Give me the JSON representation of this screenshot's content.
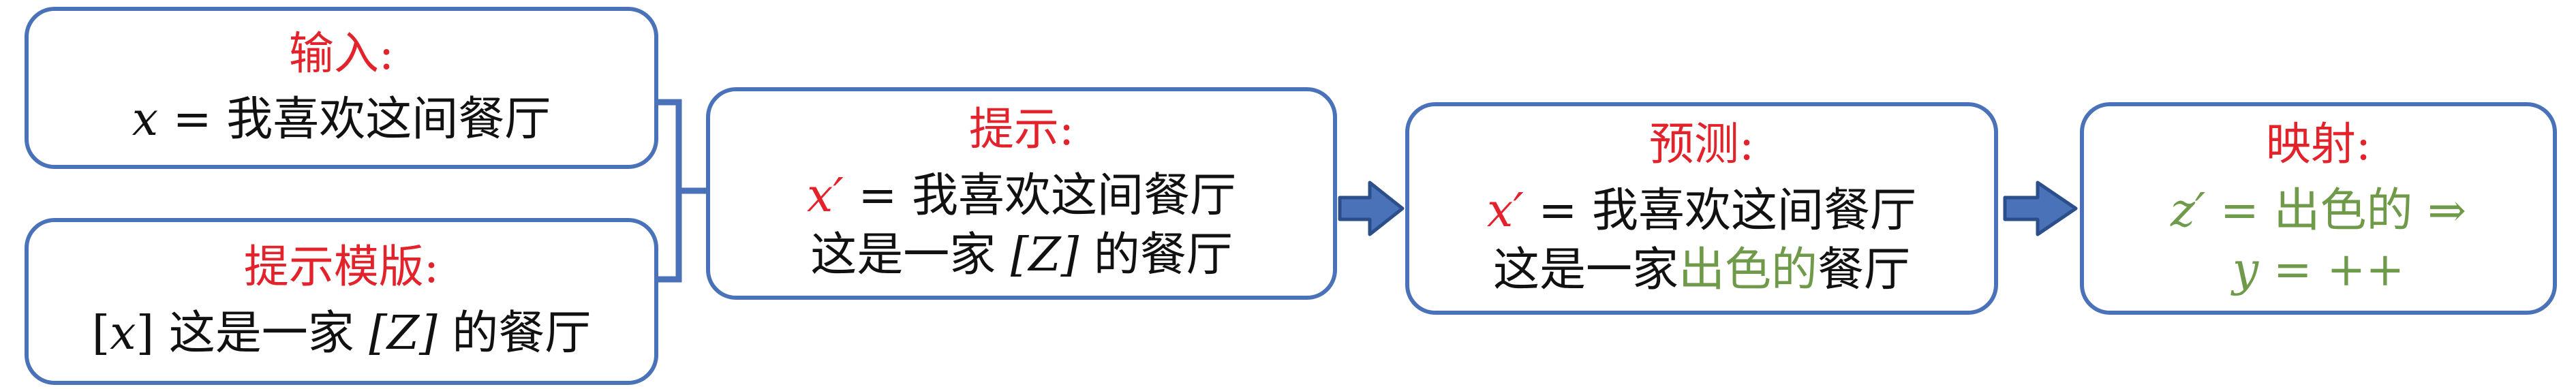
{
  "colors": {
    "border": "#4a72b8",
    "title": "#e3232c",
    "answer": "#6f9a4a",
    "arrow_fill": "#4a72b8",
    "arrow_stroke": "#2c4f8c"
  },
  "input": {
    "title": "输入:",
    "var": "x",
    "eq": " = ",
    "text": "我喜欢这间餐厅"
  },
  "template": {
    "title": "提示模版:",
    "open": "[",
    "var": "x",
    "close": "]",
    "text1": " 这是一家 ",
    "slot": "[Z]",
    "text2": " 的餐厅"
  },
  "prompt": {
    "title": "提示:",
    "var": "x′",
    "eq": " = ",
    "text": "我喜欢这间餐厅",
    "text1": "这是一家 ",
    "slot": "[Z]",
    "text2": " 的餐厅"
  },
  "predict": {
    "title": "预测:",
    "var": "x′",
    "eq": " = ",
    "text": "我喜欢这间餐厅",
    "text1": "这是一家",
    "answer": "出色的",
    "text2": "餐厅"
  },
  "mapping": {
    "title": "映射:",
    "zvar": "z′",
    "zeq": " = ",
    "answer": "出色的",
    "implies": " ⇒",
    "yvar": "y",
    "yeq": " = ",
    "label": "++"
  }
}
